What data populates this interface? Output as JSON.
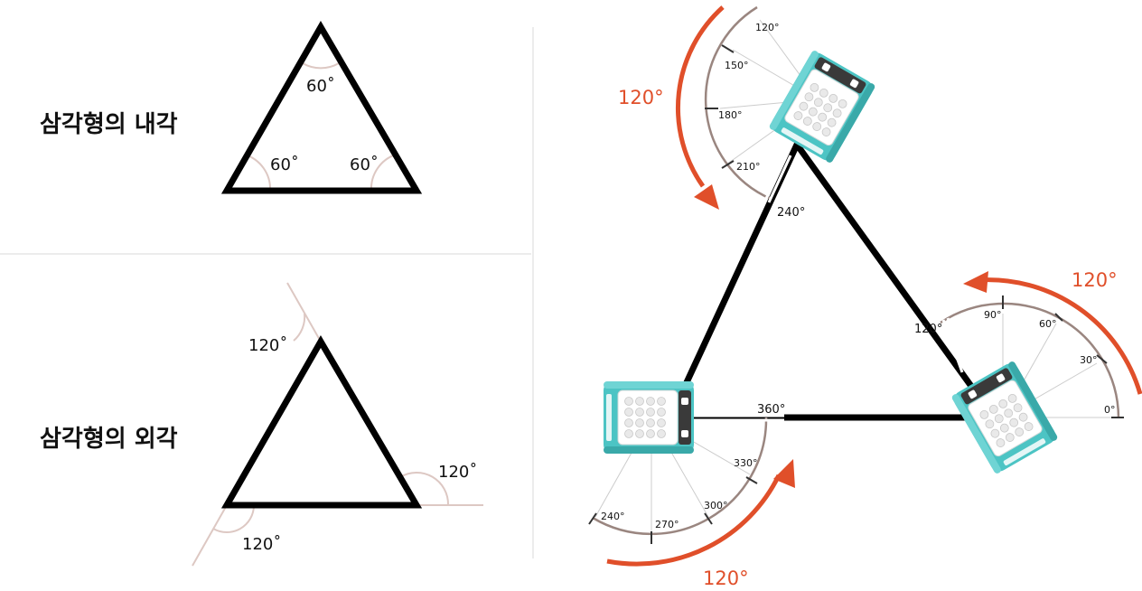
{
  "interior": {
    "title": "삼각형의 내각",
    "angle_top": "60˚",
    "angle_left": "60˚",
    "angle_right": "60˚"
  },
  "exterior": {
    "title": "삼각형의 외각",
    "angle_top": "120˚",
    "angle_right": "120˚",
    "angle_bottom": "120˚"
  },
  "robot_path": {
    "turn_angle_label": "120°",
    "top_robot_ticks": [
      "120°",
      "150°",
      "180°",
      "210°"
    ],
    "top_robot_heading": "240°",
    "right_robot_ticks": [
      "90°",
      "60°",
      "30°",
      "0°"
    ],
    "right_robot_heading": "120°",
    "left_robot_ticks": [
      "330°",
      "300°",
      "270°",
      "240°"
    ],
    "left_robot_heading": "360°"
  },
  "colors": {
    "accent_red": "#e04f2a",
    "protractor": "#9a8680",
    "angle_arc": "#ddc8c3",
    "robot_teal": "#4cc4c4",
    "line": "#000000"
  }
}
